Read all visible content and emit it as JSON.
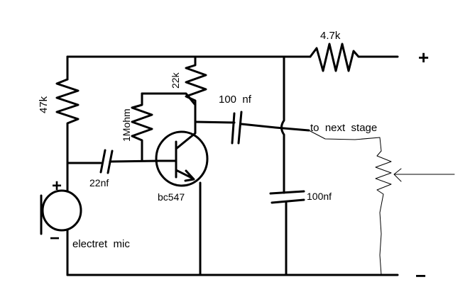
{
  "labels": {
    "r_supply": "4.7k",
    "r_bias": "47k",
    "r_collector": "22k",
    "r_feedback": "1Mohm",
    "c_output": "100  nf",
    "c_input": "22nf",
    "c_filter": "100nf",
    "transistor": "bc547",
    "mic": "electret  mic",
    "output": "to  next  stage",
    "mic_plus": "+",
    "mic_minus": "−",
    "supply_plus": "+",
    "supply_minus": "−"
  }
}
